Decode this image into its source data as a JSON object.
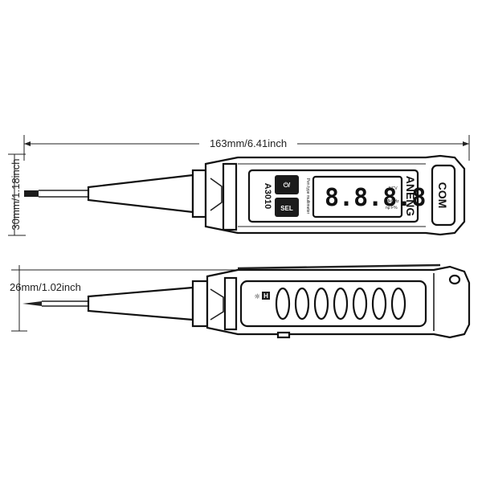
{
  "dimensions": {
    "length_label": "163mm/6.41inch",
    "width_label": "30mm/1.18inch",
    "thickness_label": "26mm/1.02inch"
  },
  "device": {
    "brand": "ANENG",
    "model": "A3010",
    "subtitle": "Pen type multimeter",
    "display_digits": "8.8.8.8",
    "ncv_label": "NCV",
    "freq_label": "MkGHz",
    "unit_label": "nμ F%",
    "sel_button_label": "SEL",
    "com_label": "COM",
    "hold_label": "H"
  },
  "icons": {
    "power": "power-icon",
    "flashlight": "flashlight-icon",
    "backlight": "sun-icon"
  }
}
